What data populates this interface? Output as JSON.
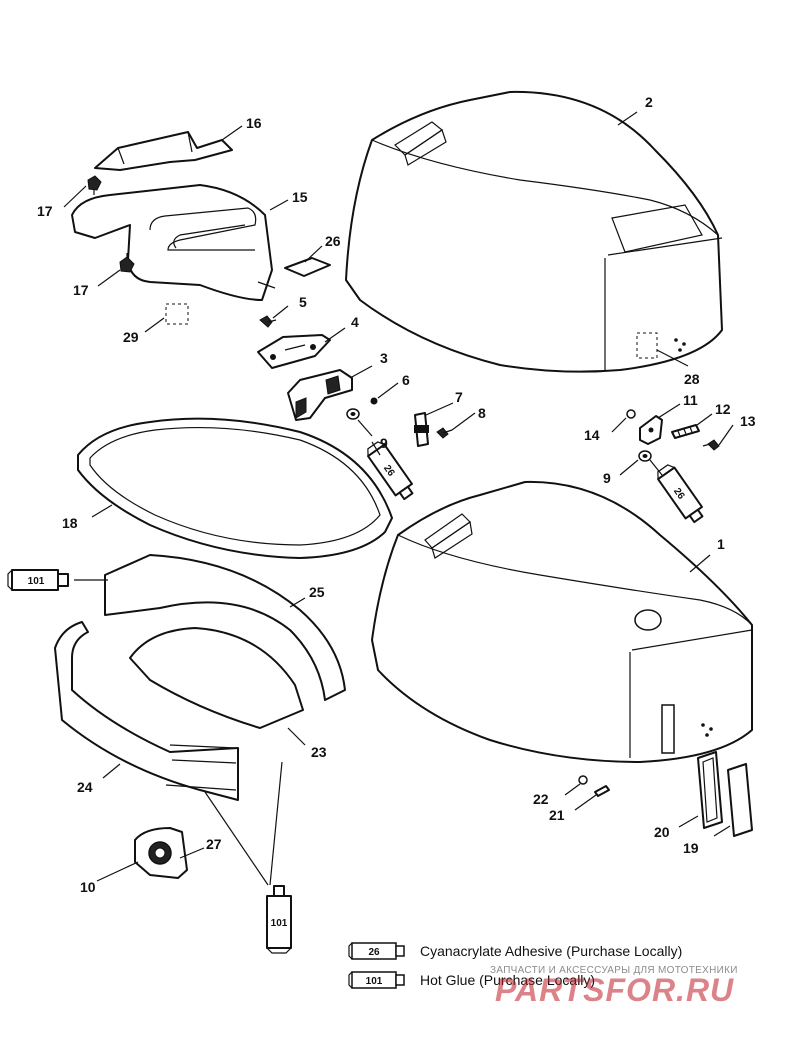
{
  "callouts": {
    "c1": "1",
    "c2": "2",
    "c3": "3",
    "c4": "4",
    "c5": "5",
    "c6": "6",
    "c7": "7",
    "c8": "8",
    "c9a": "9",
    "c9b": "9",
    "c10": "10",
    "c11": "11",
    "c12": "12",
    "c13": "13",
    "c14": "14",
    "c15": "15",
    "c16": "16",
    "c17a": "17",
    "c17b": "17",
    "c18": "18",
    "c19": "19",
    "c20": "20",
    "c21": "21",
    "c22": "22",
    "c23": "23",
    "c24": "24",
    "c25": "25",
    "c26": "26",
    "c27": "27",
    "c28": "28",
    "c29": "29"
  },
  "tube_labels": {
    "t26a": "26",
    "t26b": "26",
    "t101a": "101",
    "t101b": "101"
  },
  "legend": {
    "adhesive_code": "26",
    "adhesive_text": "Cyanacrylate Adhesive (Purchase Locally)",
    "glue_code": "101",
    "glue_text": "Hot Glue (Purchase Locally)"
  },
  "watermark": {
    "tagline": "ЗАПЧАСТИ И АКСЕССУАРЫ ДЛЯ МОТОТЕХНИКИ",
    "site": "PARTSFOR.RU",
    "color": "#be1e28"
  }
}
